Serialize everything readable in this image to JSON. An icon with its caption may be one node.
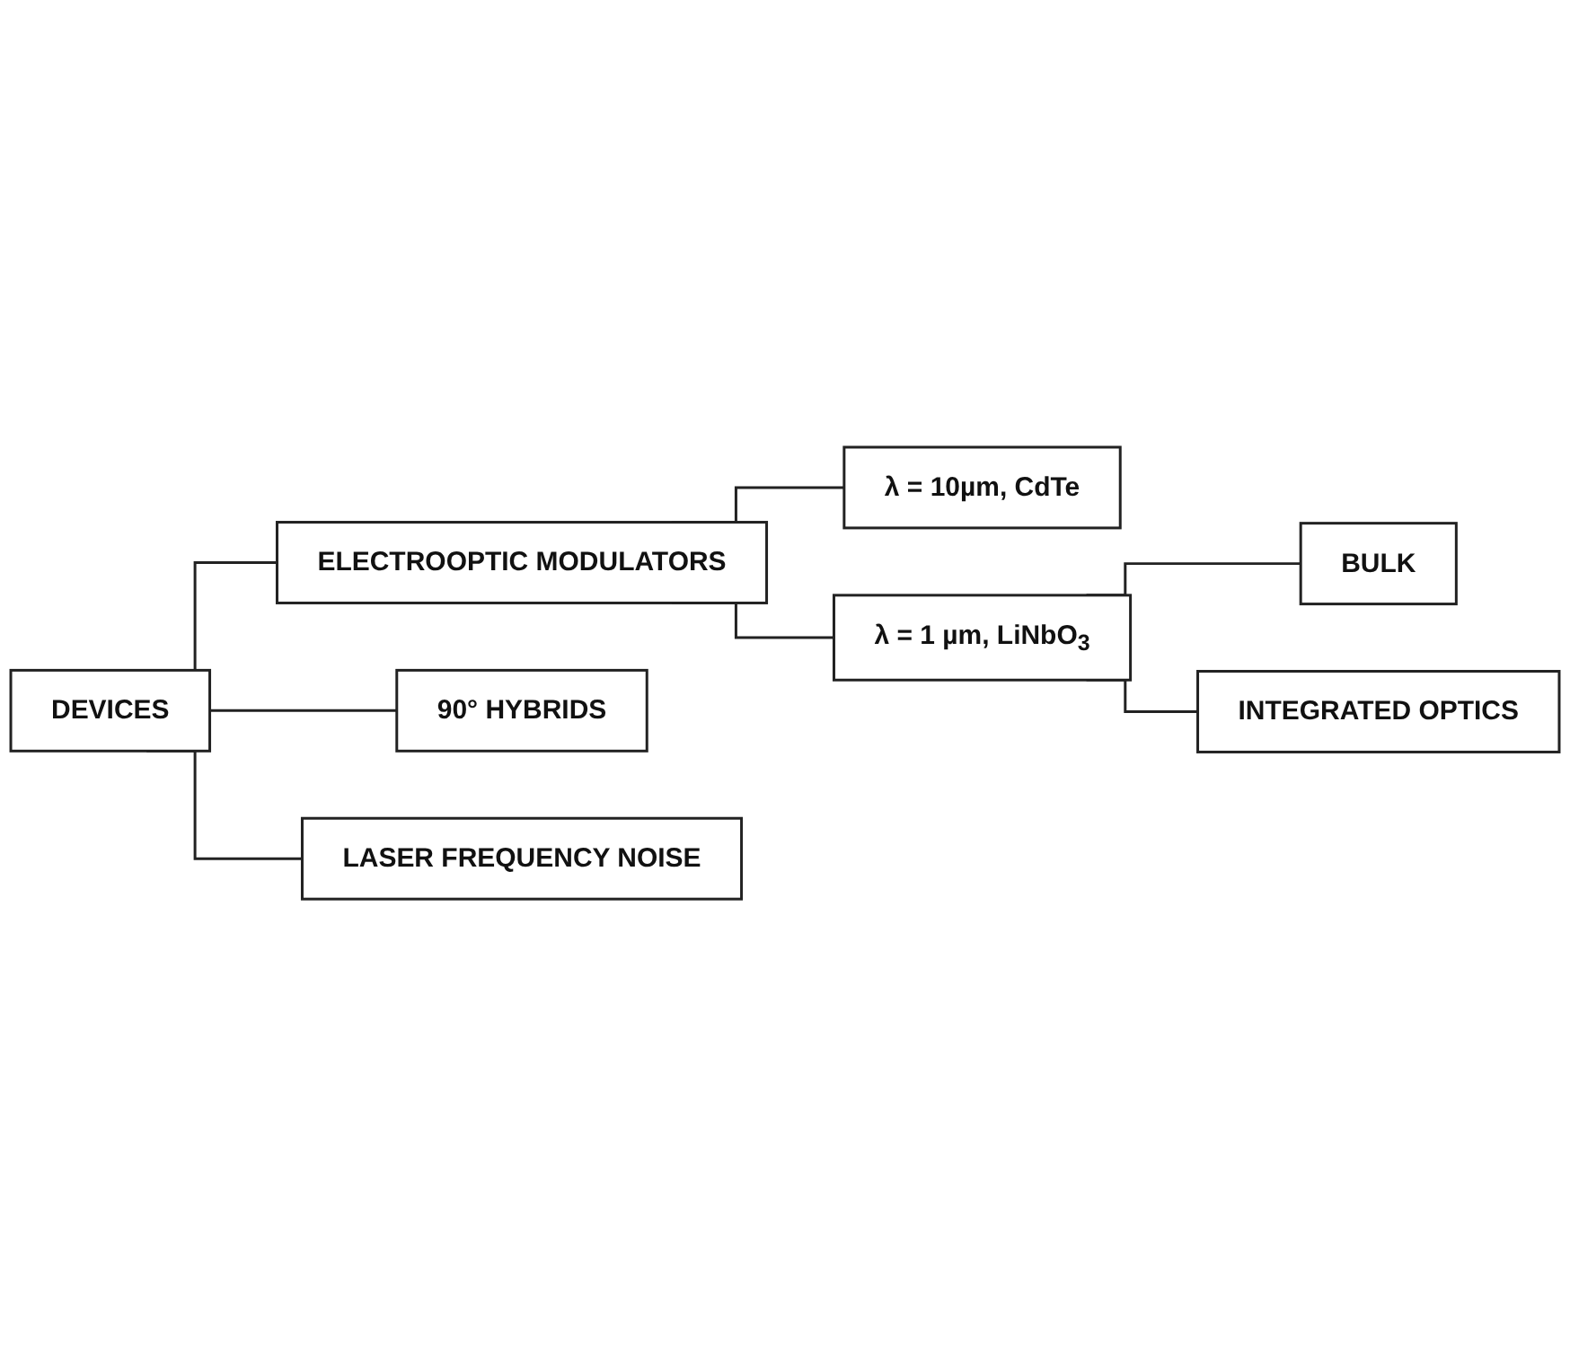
{
  "diagram": {
    "nodes": [
      {
        "text": [
          "DEVICES"
        ]
      },
      {
        "text": [
          "ELECTROOPTIC MODULATORS"
        ]
      },
      {
        "text": [
          "λ = 10µm, CdTe"
        ]
      },
      {
        "text": [
          "λ = 1 µm, LiNbO$_{3}$"
        ]
      },
      {
        "text": [
          "BULK"
        ]
      },
      {
        "text": [
          "INTEGRATED OPTICS"
        ]
      },
      {
        "text": [
          "90° HYBRIDS"
        ]
      },
      {
        "text": [
          "LASER FREQUENCY NOISE"
        ]
      }
    ],
    "edges": [
      {
        "from": 0,
        "to": 1,
        "arrow": "none"
      },
      {
        "from": 1,
        "to": 2,
        "arrow": "none"
      },
      {
        "from": 1,
        "to": 3,
        "arrow": "none"
      },
      {
        "from": 3,
        "to": 4,
        "arrow": "none"
      },
      {
        "from": 3,
        "to": 5,
        "arrow": "none"
      },
      {
        "from": 0,
        "to": 6,
        "arrow": "none"
      },
      {
        "from": 0,
        "to": 7,
        "arrow": "none"
      }
    ]
  }
}
